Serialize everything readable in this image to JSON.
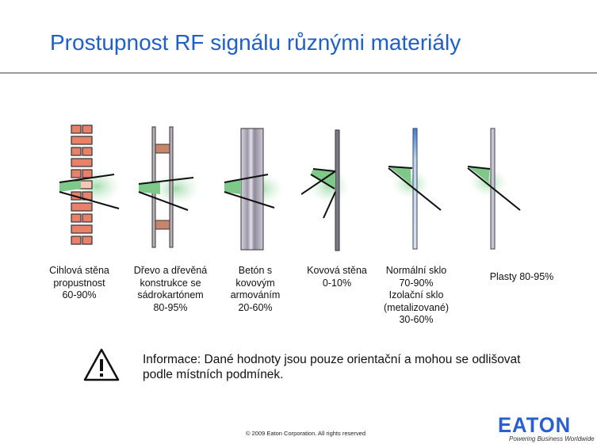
{
  "title": "Prostupnost RF signálu různými materiály",
  "materials": [
    {
      "name": "brick-wall",
      "caption": "Cihlová stěna\npropustnost\n60-90%"
    },
    {
      "name": "wood-drywall",
      "caption": "Dřevo a dřevěná\nkonstrukce se\nsádrokartónem\n80-95%"
    },
    {
      "name": "reinforced-concrete",
      "caption": "Betón s\nkovovým\narmováním\n20-60%"
    },
    {
      "name": "metal-wall",
      "caption": "Kovová stěna\n0-10%"
    },
    {
      "name": "glass",
      "caption": "Normální sklo\n70-90%\nIzolační sklo\n(metalizované)\n30-60%"
    },
    {
      "name": "plastic",
      "caption": "Plasty 80-95%"
    }
  ],
  "info": "Informace: Dané hodnoty jsou pouze orientační a mohou se odlišovat podle místních podmínek.",
  "footer": {
    "copyright": "© 2009 Eaton Corporation. All rights reserved",
    "logo": "EATON",
    "tagline": "Powering Business Worldwide"
  },
  "colors": {
    "title": "#1f5fc6",
    "brick": "#e8806a",
    "beam": "#7ec98a",
    "logo": "#2a5fd0"
  }
}
